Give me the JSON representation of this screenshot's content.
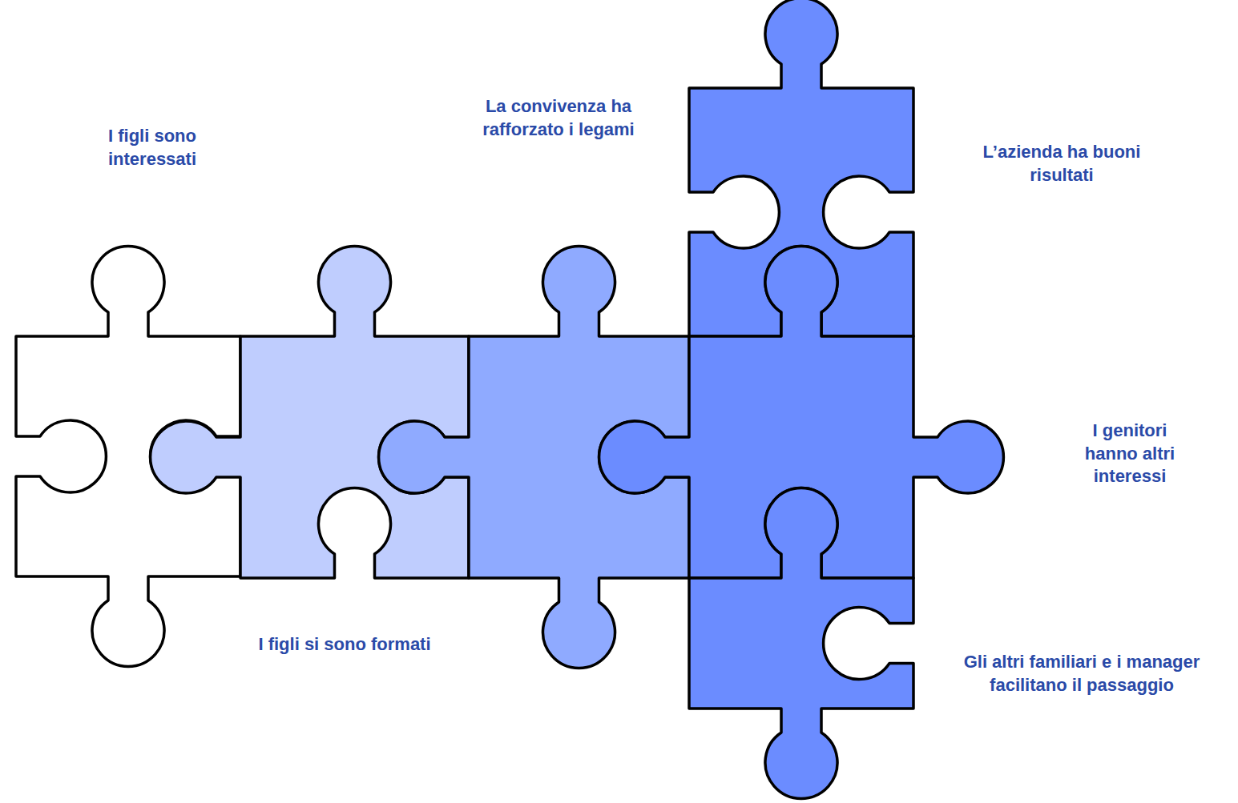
{
  "diagram": {
    "nodes": [
      {
        "text": [
          "I figli sono interessati"
        ]
      },
      {
        "text": [
          "I figli si sono formati"
        ]
      },
      {
        "text": [
          "La convivenza ha rafforzato i legami"
        ]
      },
      {
        "text": [
          "L’azienda ha buoni risultati"
        ]
      },
      {
        "text": [
          "I genitori hanno altri interessi"
        ]
      },
      {
        "text": [
          "Gli altri familiari e i manager facilitano il passaggio"
        ]
      }
    ]
  }
}
